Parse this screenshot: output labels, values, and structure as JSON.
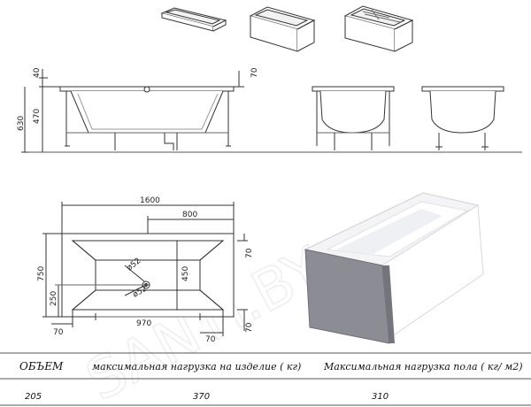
{
  "watermark": "SANTI.BY",
  "dimensions": {
    "rim_top": "40",
    "rim_top_right": "70",
    "side_rim_right": "70",
    "total_height": "630",
    "bath_height": "470",
    "length": "1600",
    "half_length": "800",
    "width": "750",
    "inner_width": "450",
    "drain_offset": "250",
    "left_margin": "70",
    "bottom_length": "970",
    "bottom_margin": "70",
    "right_margin_top": "70",
    "right_margin_bottom": "70",
    "drain_dia_1": "ø52",
    "drain_dia_2": "ø52"
  },
  "table": {
    "headers": [
      "ОБЪЕМ",
      "максимальная нагрузка на изделие ( кг)",
      "Максимальная нагрузка пола  ( кг/ м2)"
    ],
    "values": [
      "205",
      "370",
      "310"
    ]
  },
  "colors": {
    "line": "#333333",
    "panel": "#8c8c94",
    "rule": "#555555"
  }
}
